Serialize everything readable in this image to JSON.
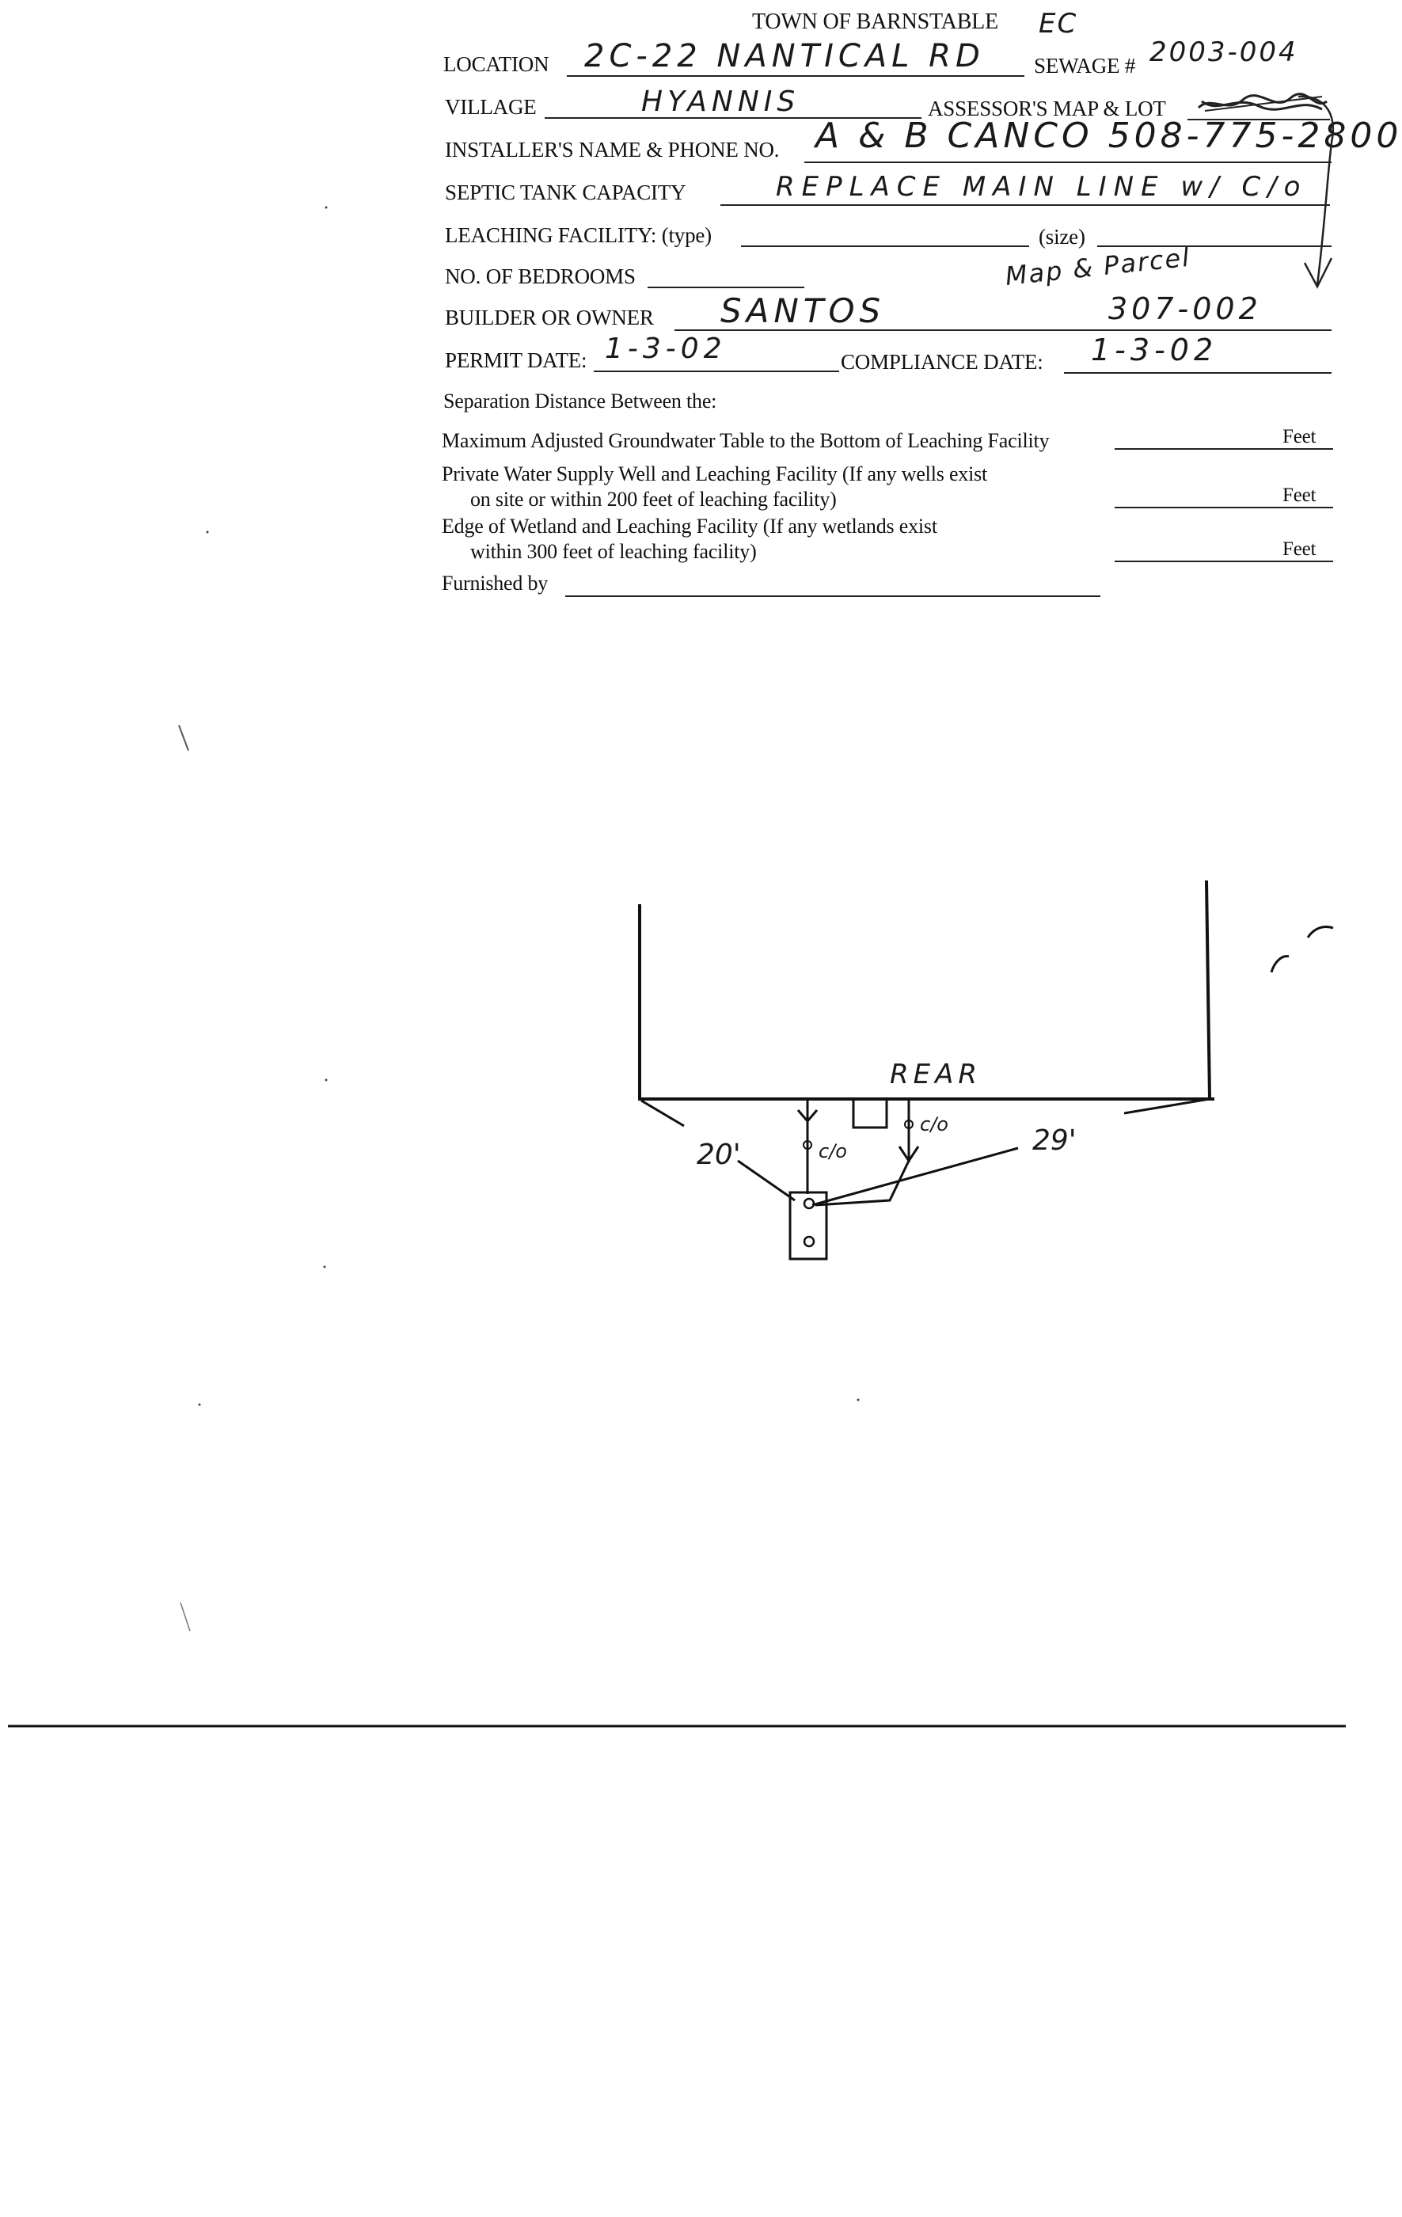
{
  "form": {
    "title": "TOWN OF BARNSTABLE",
    "title_annotation": "EC",
    "location_label": "LOCATION",
    "location_value": "2C-22 NANTICAL RD",
    "sewage_label": "SEWAGE #",
    "sewage_value": "2003-004",
    "village_label": "VILLAGE",
    "village_value": "HYANNIS",
    "assessor_label": "ASSESSOR'S MAP & LOT",
    "installer_label": "INSTALLER'S NAME & PHONE NO.",
    "installer_value": "A & B CANCO 508-775-2800",
    "septic_label": "SEPTIC TANK CAPACITY",
    "septic_value": "REPLACE MAIN LINE w/ C/o",
    "leaching_label": "LEACHING FACILITY: (type)",
    "size_label": "(size)",
    "bedrooms_label": "NO. OF BEDROOMS",
    "builder_label": "BUILDER OR OWNER",
    "builder_value": "SANTOS",
    "map_parcel_note": "Map & Parcel",
    "map_parcel_value": "307-002",
    "permit_label": "PERMIT DATE:",
    "permit_value": "1-3-02",
    "compliance_label": "COMPLIANCE DATE:",
    "compliance_value": "1-3-02",
    "separation_heading": "Separation Distance Between the:",
    "row1_label": "Maximum Adjusted Groundwater Table to the Bottom of Leaching Facility",
    "row2_line1": "Private Water Supply Well and Leaching Facility  (If any wells exist",
    "row2_line2": "on site or within 200 feet of leaching facility)",
    "row3_line1": "Edge of Wetland and Leaching Facility (If any wetlands exist",
    "row3_line2": "within 300 feet of leaching facility)",
    "feet_label": "Feet",
    "furnished_label": "Furnished by"
  },
  "sketch": {
    "rear_label": "REAR",
    "left_distance": "20'",
    "right_distance": "29'",
    "cleanout_left": "c/o",
    "cleanout_right": "c/o"
  }
}
